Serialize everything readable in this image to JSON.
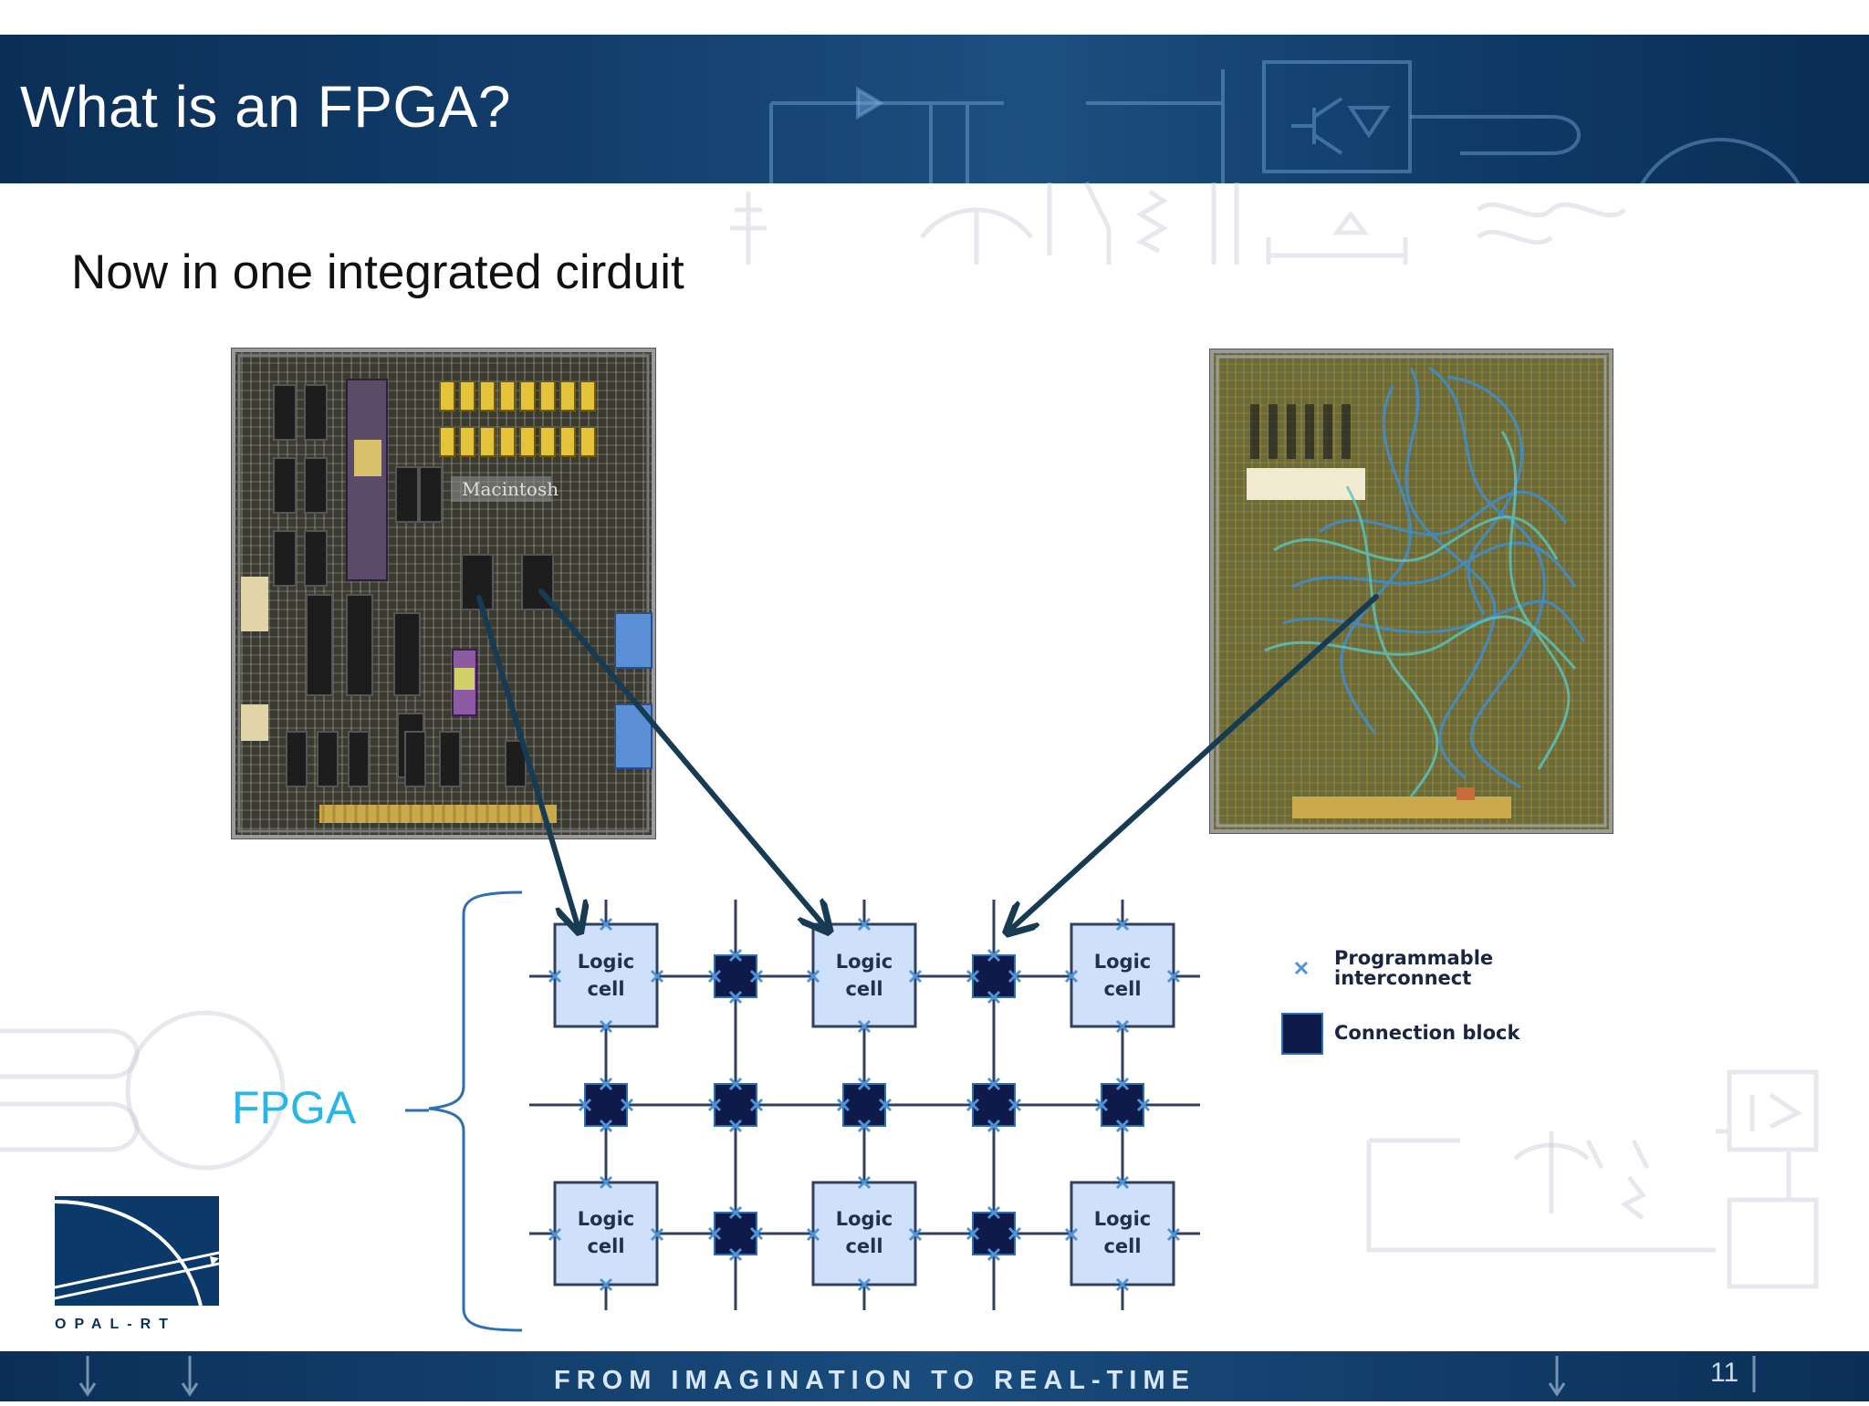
{
  "slide": {
    "title": "What is an FPGA?",
    "subtitle": "Now in one integrated cirduit",
    "page_number": "11",
    "tagline": "FROM IMAGINATION TO REAL-TIME"
  },
  "diagram": {
    "group_label": "FPGA",
    "logic_cells": [
      {
        "line1": "Logic",
        "line2": "cell"
      },
      {
        "line1": "Logic",
        "line2": "cell"
      },
      {
        "line1": "Logic",
        "line2": "cell"
      },
      {
        "line1": "Logic",
        "line2": "cell"
      },
      {
        "line1": "Logic",
        "line2": "cell"
      },
      {
        "line1": "Logic",
        "line2": "cell"
      }
    ],
    "legend": {
      "interconnect_line1": "Programmable",
      "interconnect_line2": "interconnect",
      "connection_block": "Connection block"
    },
    "colors": {
      "cell_fill": "#cfe0fa",
      "cell_stroke": "#30405e",
      "block_fill": "#0d1a4a",
      "marker": "#4f93d8",
      "arrow": "#163b52",
      "brace": "#2f6fb0",
      "fpga_label": "#27b6e6"
    }
  },
  "photos": {
    "left_board": "macintosh-prototype-board",
    "left_board_print": "Macintosh",
    "right_board": "wire-wrap-prototype-board"
  },
  "branding": {
    "logo_text": "OPAL-RT",
    "logo_icon": "opal-rt-logo-icon",
    "title_bar_color": "#0f3a66"
  }
}
